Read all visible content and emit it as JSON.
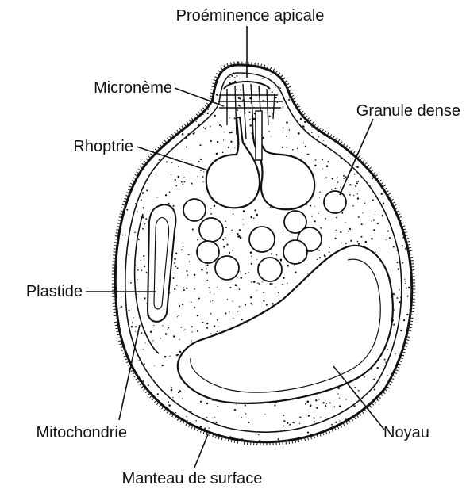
{
  "labels": {
    "apical": "Proéminence apicale",
    "microneme": "Micronème",
    "granule": "Granule dense",
    "rhoptrie": "Rhoptrie",
    "plastide": "Plastide",
    "mitochondrie": "Mitochondrie",
    "noyau": "Noyau",
    "manteau": "Manteau de surface"
  },
  "colors": {
    "ink": "#111111",
    "background": "#ffffff"
  }
}
